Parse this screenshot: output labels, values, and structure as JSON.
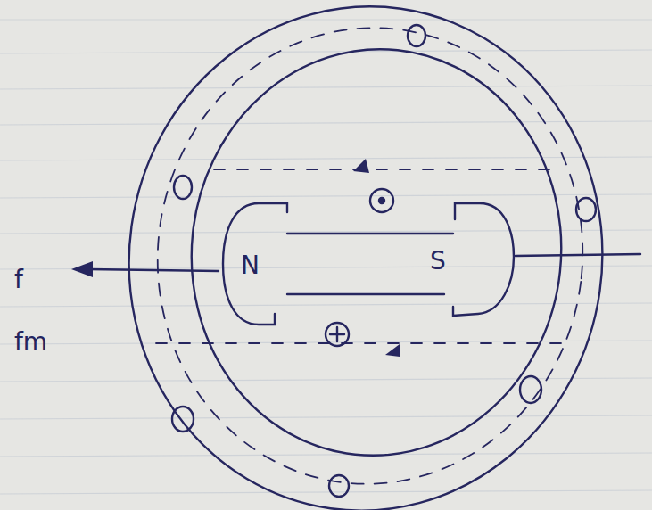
{
  "diagram": {
    "nodes": [
      {
        "text": [
          "N"
        ]
      },
      {
        "text": [
          "S"
        ]
      }
    ],
    "labels": [
      "f",
      "fm"
    ]
  }
}
